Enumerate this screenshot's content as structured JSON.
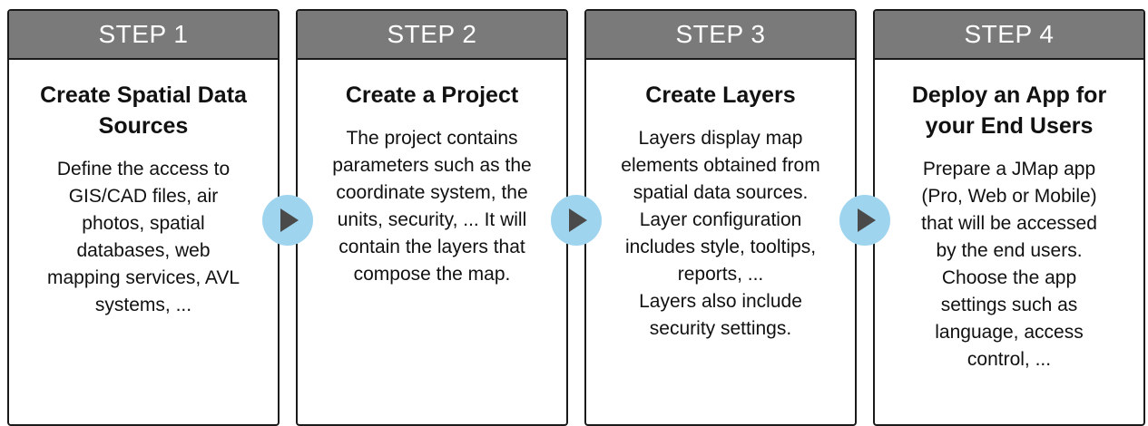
{
  "steps": [
    {
      "label": "STEP 1",
      "title": "Create Spatial Data\nSources",
      "description": "Define the access to\nGIS/CAD files, air\nphotos, spatial\ndatabases, web\nmapping services, AVL\nsystems, ..."
    },
    {
      "label": "STEP 2",
      "title": "Create a Project",
      "description": "The project contains\nparameters such as the\ncoordinate system, the\nunits, security, ... It will\ncontain the layers that\ncompose the map."
    },
    {
      "label": "STEP 3",
      "title": "Create Layers",
      "description": "Layers display map\nelements obtained from\nspatial data sources.\nLayer configuration\nincludes style, tooltips,\nreports, ...\nLayers also include\nsecurity settings."
    },
    {
      "label": "STEP 4",
      "title": "Deploy an App for\nyour End Users",
      "description": "Prepare a JMap app\n(Pro, Web or Mobile)\nthat will be accessed\nby the end users.\nChoose the app\nsettings such as\nlanguage, access\ncontrol, ..."
    }
  ],
  "colors": {
    "header_bg": "#7a7a7a",
    "arrow_bg": "#9fd4ee",
    "arrow_fg": "#4a4a4a"
  },
  "icons": {
    "arrow": "play-arrow-icon"
  }
}
